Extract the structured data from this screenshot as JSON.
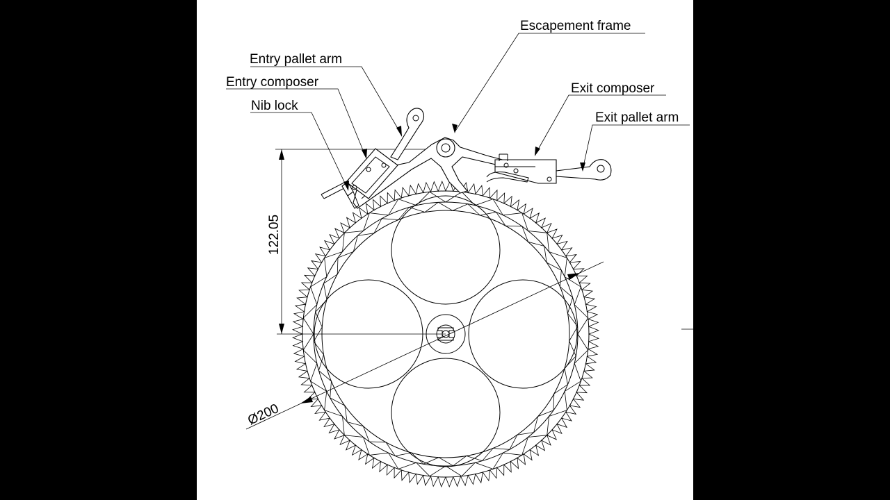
{
  "labels": {
    "escapement_frame": "Escapement frame",
    "entry_pallet_arm": "Entry pallet arm",
    "entry_composer": "Entry composer",
    "nib_lock": "Nib lock",
    "exit_composer": "Exit composer",
    "exit_pallet_arm": "Exit pallet arm"
  },
  "dimensions": {
    "height": "122.05",
    "diameter": "Ø200"
  },
  "colors": {
    "background": "#000000",
    "sheet": "#ffffff",
    "ink": "#000000"
  }
}
